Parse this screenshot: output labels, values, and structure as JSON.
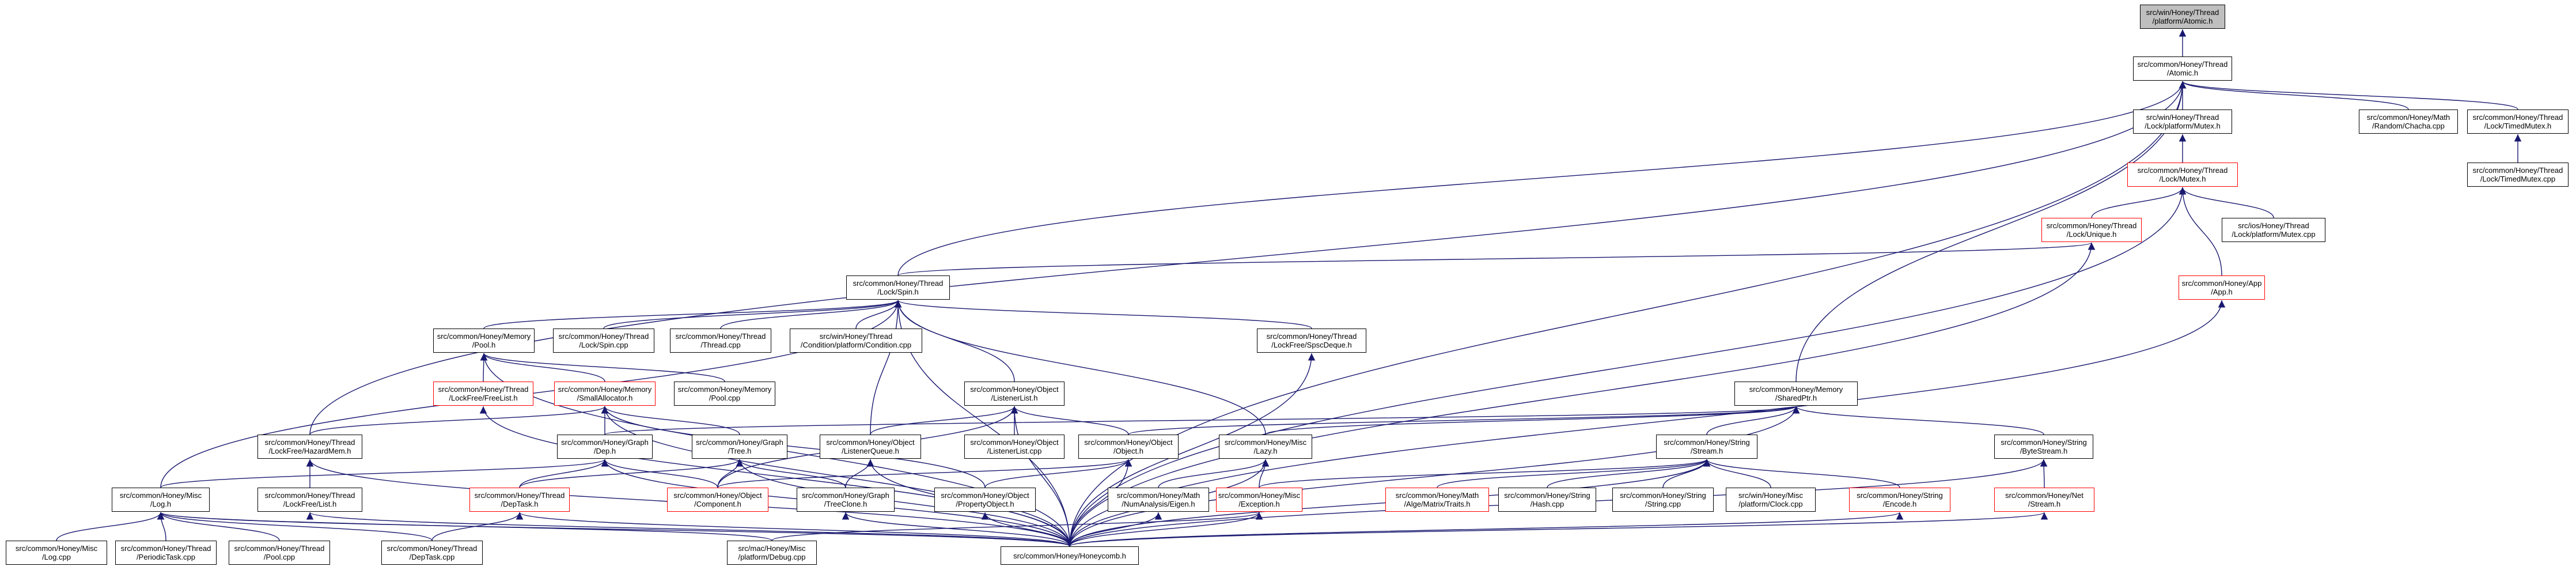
{
  "diagram": {
    "nodes": [
      {
        "id": "root",
        "label": "src/win/Honey/Thread\n/platform/Atomic.h",
        "style": "root"
      },
      {
        "id": "atomic",
        "label": "src/common/Honey/Thread\n/Atomic.h",
        "style": "black"
      },
      {
        "id": "win_mutex",
        "label": "src/win/Honey/Thread\n/Lock/platform/Mutex.h",
        "style": "black"
      },
      {
        "id": "chacha",
        "label": "src/common/Honey/Math\n/Random/Chacha.cpp",
        "style": "black"
      },
      {
        "id": "timedmutex_h",
        "label": "src/common/Honey/Thread\n/Lock/TimedMutex.h",
        "style": "black"
      },
      {
        "id": "mutex_h",
        "label": "src/common/Honey/Thread\n/Lock/Mutex.h",
        "style": "red"
      },
      {
        "id": "timedmutex_cpp",
        "label": "src/common/Honey/Thread\n/Lock/TimedMutex.cpp",
        "style": "black"
      },
      {
        "id": "unique",
        "label": "src/common/Honey/Thread\n/Lock/Unique.h",
        "style": "red"
      },
      {
        "id": "ios_mutex",
        "label": "src/ios/Honey/Thread\n/Lock/platform/Mutex.cpp",
        "style": "black"
      },
      {
        "id": "app",
        "label": "src/common/Honey/App\n/App.h",
        "style": "red"
      },
      {
        "id": "spin_h",
        "label": "src/common/Honey/Thread\n/Lock/Spin.h",
        "style": "black"
      },
      {
        "id": "pool_h",
        "label": "src/common/Honey/Memory\n/Pool.h",
        "style": "black"
      },
      {
        "id": "spin_cpp",
        "label": "src/common/Honey/Thread\n/Lock/Spin.cpp",
        "style": "black"
      },
      {
        "id": "thread_cpp",
        "label": "src/common/Honey/Thread\n/Thread.cpp",
        "style": "black"
      },
      {
        "id": "condition",
        "label": "src/win/Honey/Thread\n/Condition/platform/Condition.cpp",
        "style": "black"
      },
      {
        "id": "spscdeque",
        "label": "src/common/Honey/Thread\n/LockFree/SpscDeque.h",
        "style": "black"
      },
      {
        "id": "sharedptr",
        "label": "src/common/Honey/Memory\n/SharedPtr.h",
        "style": "black"
      },
      {
        "id": "freelist",
        "label": "src/common/Honey/Thread\n/LockFree/FreeList.h",
        "style": "red"
      },
      {
        "id": "smallalloc",
        "label": "src/common/Honey/Memory\n/SmallAllocator.h",
        "style": "red"
      },
      {
        "id": "pool_cpp",
        "label": "src/common/Honey/Memory\n/Pool.cpp",
        "style": "black"
      },
      {
        "id": "listenerlist_h",
        "label": "src/common/Honey/Object\n/ListenerList.h",
        "style": "black"
      },
      {
        "id": "hazardmem",
        "label": "src/common/Honey/Thread\n/LockFree/HazardMem.h",
        "style": "black"
      },
      {
        "id": "dep_h",
        "label": "src/common/Honey/Graph\n/Dep.h",
        "style": "black"
      },
      {
        "id": "tree_h",
        "label": "src/common/Honey/Graph\n/Tree.h",
        "style": "black"
      },
      {
        "id": "listenerqueue",
        "label": "src/common/Honey/Object\n/ListenerQueue.h",
        "style": "black"
      },
      {
        "id": "listenerlist_cpp",
        "label": "src/common/Honey/Object\n/ListenerList.cpp",
        "style": "black"
      },
      {
        "id": "object_h",
        "label": "src/common/Honey/Object\n/Object.h",
        "style": "black"
      },
      {
        "id": "lazy_h",
        "label": "src/common/Honey/Misc\n/Lazy.h",
        "style": "black"
      },
      {
        "id": "stream_h",
        "label": "src/common/Honey/String\n/Stream.h",
        "style": "black"
      },
      {
        "id": "bytestream",
        "label": "src/common/Honey/String\n/ByteStream.h",
        "style": "black"
      },
      {
        "id": "log_h",
        "label": "src/common/Honey/Misc\n/Log.h",
        "style": "black"
      },
      {
        "id": "freelist_lf",
        "label": "src/common/Honey/Thread\n/LockFree/List.h",
        "style": "black"
      },
      {
        "id": "deptask_h",
        "label": "src/common/Honey/Thread\n/DepTask.h",
        "style": "red"
      },
      {
        "id": "component",
        "label": "src/common/Honey/Object\n/Component.h",
        "style": "red"
      },
      {
        "id": "treeclone",
        "label": "src/common/Honey/Graph\n/TreeClone.h",
        "style": "black"
      },
      {
        "id": "propertyobj",
        "label": "src/common/Honey/Object\n/PropertyObject.h",
        "style": "black"
      },
      {
        "id": "eigen",
        "label": "src/common/Honey/Math\n/NumAnalysis/Eigen.h",
        "style": "black"
      },
      {
        "id": "exception",
        "label": "src/common/Honey/Misc\n/Exception.h",
        "style": "red"
      },
      {
        "id": "alge",
        "label": "src/common/Honey/Math\n/Alge/Matrix/Traits.h",
        "style": "red"
      },
      {
        "id": "hash_cpp",
        "label": "src/common/Honey/String\n/Hash.cpp",
        "style": "black"
      },
      {
        "id": "string_cpp",
        "label": "src/common/Honey/String\n/String.cpp",
        "style": "black"
      },
      {
        "id": "clock_cpp",
        "label": "src/win/Honey/Misc\n/platform/Clock.cpp",
        "style": "black"
      },
      {
        "id": "encode_h",
        "label": "src/common/Honey/String\n/Encode.h",
        "style": "red"
      },
      {
        "id": "net_stream",
        "label": "src/common/Honey/Net\n/Stream.h",
        "style": "red"
      },
      {
        "id": "log_cpp",
        "label": "src/common/Honey/Misc\n/Log.cpp",
        "style": "black"
      },
      {
        "id": "periodictask",
        "label": "src/common/Honey/Thread\n/PeriodicTask.cpp",
        "style": "black"
      },
      {
        "id": "thread_pool",
        "label": "src/common/Honey/Thread\n/Pool.cpp",
        "style": "black"
      },
      {
        "id": "deptask_cpp",
        "label": "src/common/Honey/Thread\n/DepTask.cpp",
        "style": "black"
      },
      {
        "id": "debug_cpp",
        "label": "src/mac/Honey/Misc\n/platform/Debug.cpp",
        "style": "black"
      },
      {
        "id": "honeycomb",
        "label": "src/common/Honey/Honeycomb.h",
        "style": "black"
      }
    ],
    "edges": [
      [
        "atomic",
        "root"
      ],
      [
        "win_mutex",
        "atomic"
      ],
      [
        "chacha",
        "atomic"
      ],
      [
        "timedmutex_h",
        "atomic"
      ],
      [
        "spin_h",
        "atomic"
      ],
      [
        "sharedptr",
        "atomic"
      ],
      [
        "hazardmem",
        "atomic"
      ],
      [
        "honeycomb",
        "atomic"
      ],
      [
        "mutex_h",
        "win_mutex"
      ],
      [
        "timedmutex_cpp",
        "timedmutex_h"
      ],
      [
        "unique",
        "mutex_h"
      ],
      [
        "ios_mutex",
        "mutex_h"
      ],
      [
        "app",
        "mutex_h"
      ],
      [
        "honeycomb",
        "mutex_h"
      ],
      [
        "spin_h",
        "unique"
      ],
      [
        "honeycomb",
        "unique"
      ],
      [
        "honeycomb",
        "app"
      ],
      [
        "pool_h",
        "spin_h"
      ],
      [
        "spin_cpp",
        "spin_h"
      ],
      [
        "thread_cpp",
        "spin_h"
      ],
      [
        "condition",
        "spin_h"
      ],
      [
        "spscdeque",
        "spin_h"
      ],
      [
        "listenerlist_h",
        "spin_h"
      ],
      [
        "listenerqueue",
        "spin_h"
      ],
      [
        "lazy_h",
        "spin_h"
      ],
      [
        "log_h",
        "spin_h"
      ],
      [
        "honeycomb",
        "spin_h"
      ],
      [
        "freelist",
        "pool_h"
      ],
      [
        "smallalloc",
        "pool_h"
      ],
      [
        "pool_cpp",
        "pool_h"
      ],
      [
        "honeycomb",
        "pool_h"
      ],
      [
        "honeycomb",
        "spscdeque"
      ],
      [
        "hazardmem",
        "smallalloc"
      ],
      [
        "dep_h",
        "smallalloc"
      ],
      [
        "tree_h",
        "smallalloc"
      ],
      [
        "propertyobj",
        "smallalloc"
      ],
      [
        "honeycomb",
        "smallalloc"
      ],
      [
        "honeycomb",
        "freelist"
      ],
      [
        "object_h",
        "listenerlist_h"
      ],
      [
        "listenerlist_cpp",
        "listenerlist_h"
      ],
      [
        "listenerqueue",
        "listenerlist_h"
      ],
      [
        "component",
        "listenerlist_h"
      ],
      [
        "honeycomb",
        "listenerlist_h"
      ],
      [
        "dep_h",
        "sharedptr"
      ],
      [
        "object_h",
        "sharedptr"
      ],
      [
        "stream_h",
        "sharedptr"
      ],
      [
        "bytestream",
        "sharedptr"
      ],
      [
        "lazy_h",
        "sharedptr"
      ],
      [
        "honeycomb",
        "sharedptr"
      ],
      [
        "freelist_lf",
        "hazardmem"
      ],
      [
        "honeycomb",
        "hazardmem"
      ],
      [
        "log_h",
        "dep_h"
      ],
      [
        "deptask_h",
        "dep_h"
      ],
      [
        "component",
        "dep_h"
      ],
      [
        "honeycomb",
        "dep_h"
      ],
      [
        "deptask_h",
        "tree_h"
      ],
      [
        "component",
        "tree_h"
      ],
      [
        "treeclone",
        "tree_h"
      ],
      [
        "honeycomb",
        "tree_h"
      ],
      [
        "treeclone",
        "listenerqueue"
      ],
      [
        "honeycomb",
        "listenerqueue"
      ],
      [
        "propertyobj",
        "object_h"
      ],
      [
        "component",
        "object_h"
      ],
      [
        "honeycomb",
        "object_h"
      ],
      [
        "eigen",
        "lazy_h"
      ],
      [
        "exception",
        "lazy_h"
      ],
      [
        "honeycomb",
        "lazy_h"
      ],
      [
        "exception",
        "stream_h"
      ],
      [
        "alge",
        "stream_h"
      ],
      [
        "hash_cpp",
        "stream_h"
      ],
      [
        "string_cpp",
        "stream_h"
      ],
      [
        "clock_cpp",
        "stream_h"
      ],
      [
        "encode_h",
        "stream_h"
      ],
      [
        "honeycomb",
        "stream_h"
      ],
      [
        "net_stream",
        "bytestream"
      ],
      [
        "honeycomb",
        "bytestream"
      ],
      [
        "log_cpp",
        "log_h"
      ],
      [
        "periodictask",
        "log_h"
      ],
      [
        "thread_pool",
        "log_h"
      ],
      [
        "deptask_cpp",
        "log_h"
      ],
      [
        "debug_cpp",
        "log_h"
      ],
      [
        "honeycomb",
        "log_h"
      ],
      [
        "honeycomb",
        "freelist_lf"
      ],
      [
        "deptask_cpp",
        "deptask_h"
      ],
      [
        "honeycomb",
        "deptask_h"
      ],
      [
        "honeycomb",
        "treeclone"
      ],
      [
        "honeycomb",
        "propertyobj"
      ],
      [
        "honeycomb",
        "eigen"
      ],
      [
        "debug_cpp",
        "exception"
      ],
      [
        "honeycomb",
        "exception"
      ],
      [
        "honeycomb",
        "encode_h"
      ],
      [
        "honeycomb",
        "net_stream"
      ]
    ]
  }
}
